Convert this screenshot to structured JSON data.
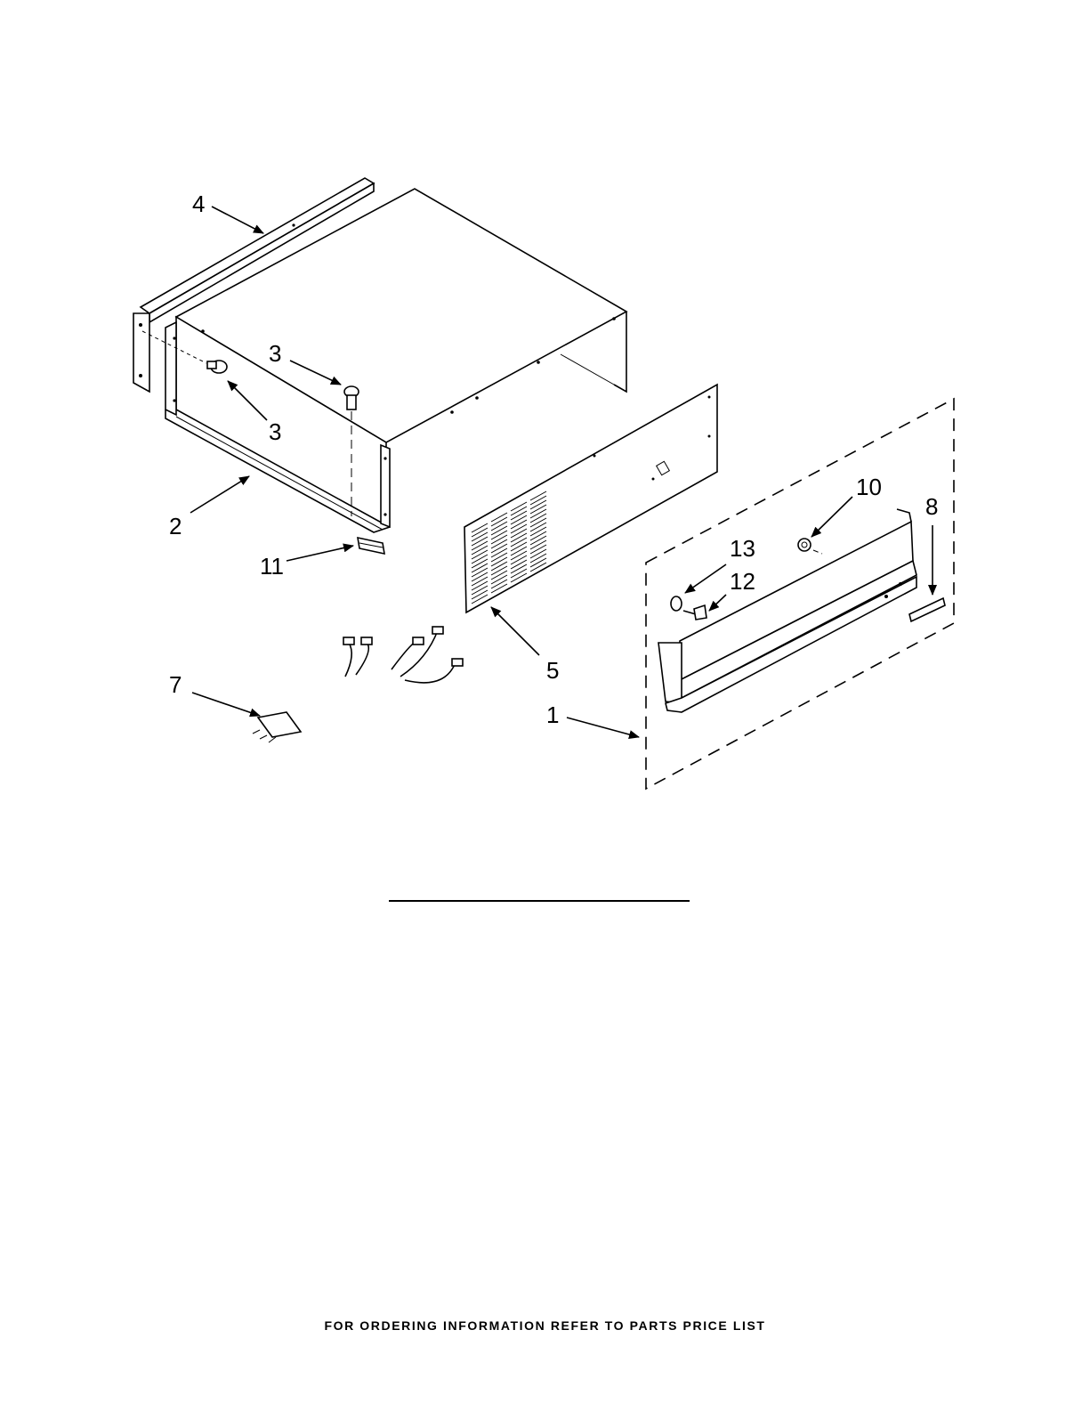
{
  "callouts": {
    "c4": "4",
    "c3a": "3",
    "c3b": "3",
    "c2": "2",
    "c11": "11",
    "c7": "7",
    "c5": "5",
    "c1": "1",
    "c10": "10",
    "c8": "8",
    "c13": "13",
    "c12": "12"
  },
  "footer": {
    "ordering_note": "FOR ORDERING INFORMATION REFER TO PARTS PRICE LIST"
  }
}
